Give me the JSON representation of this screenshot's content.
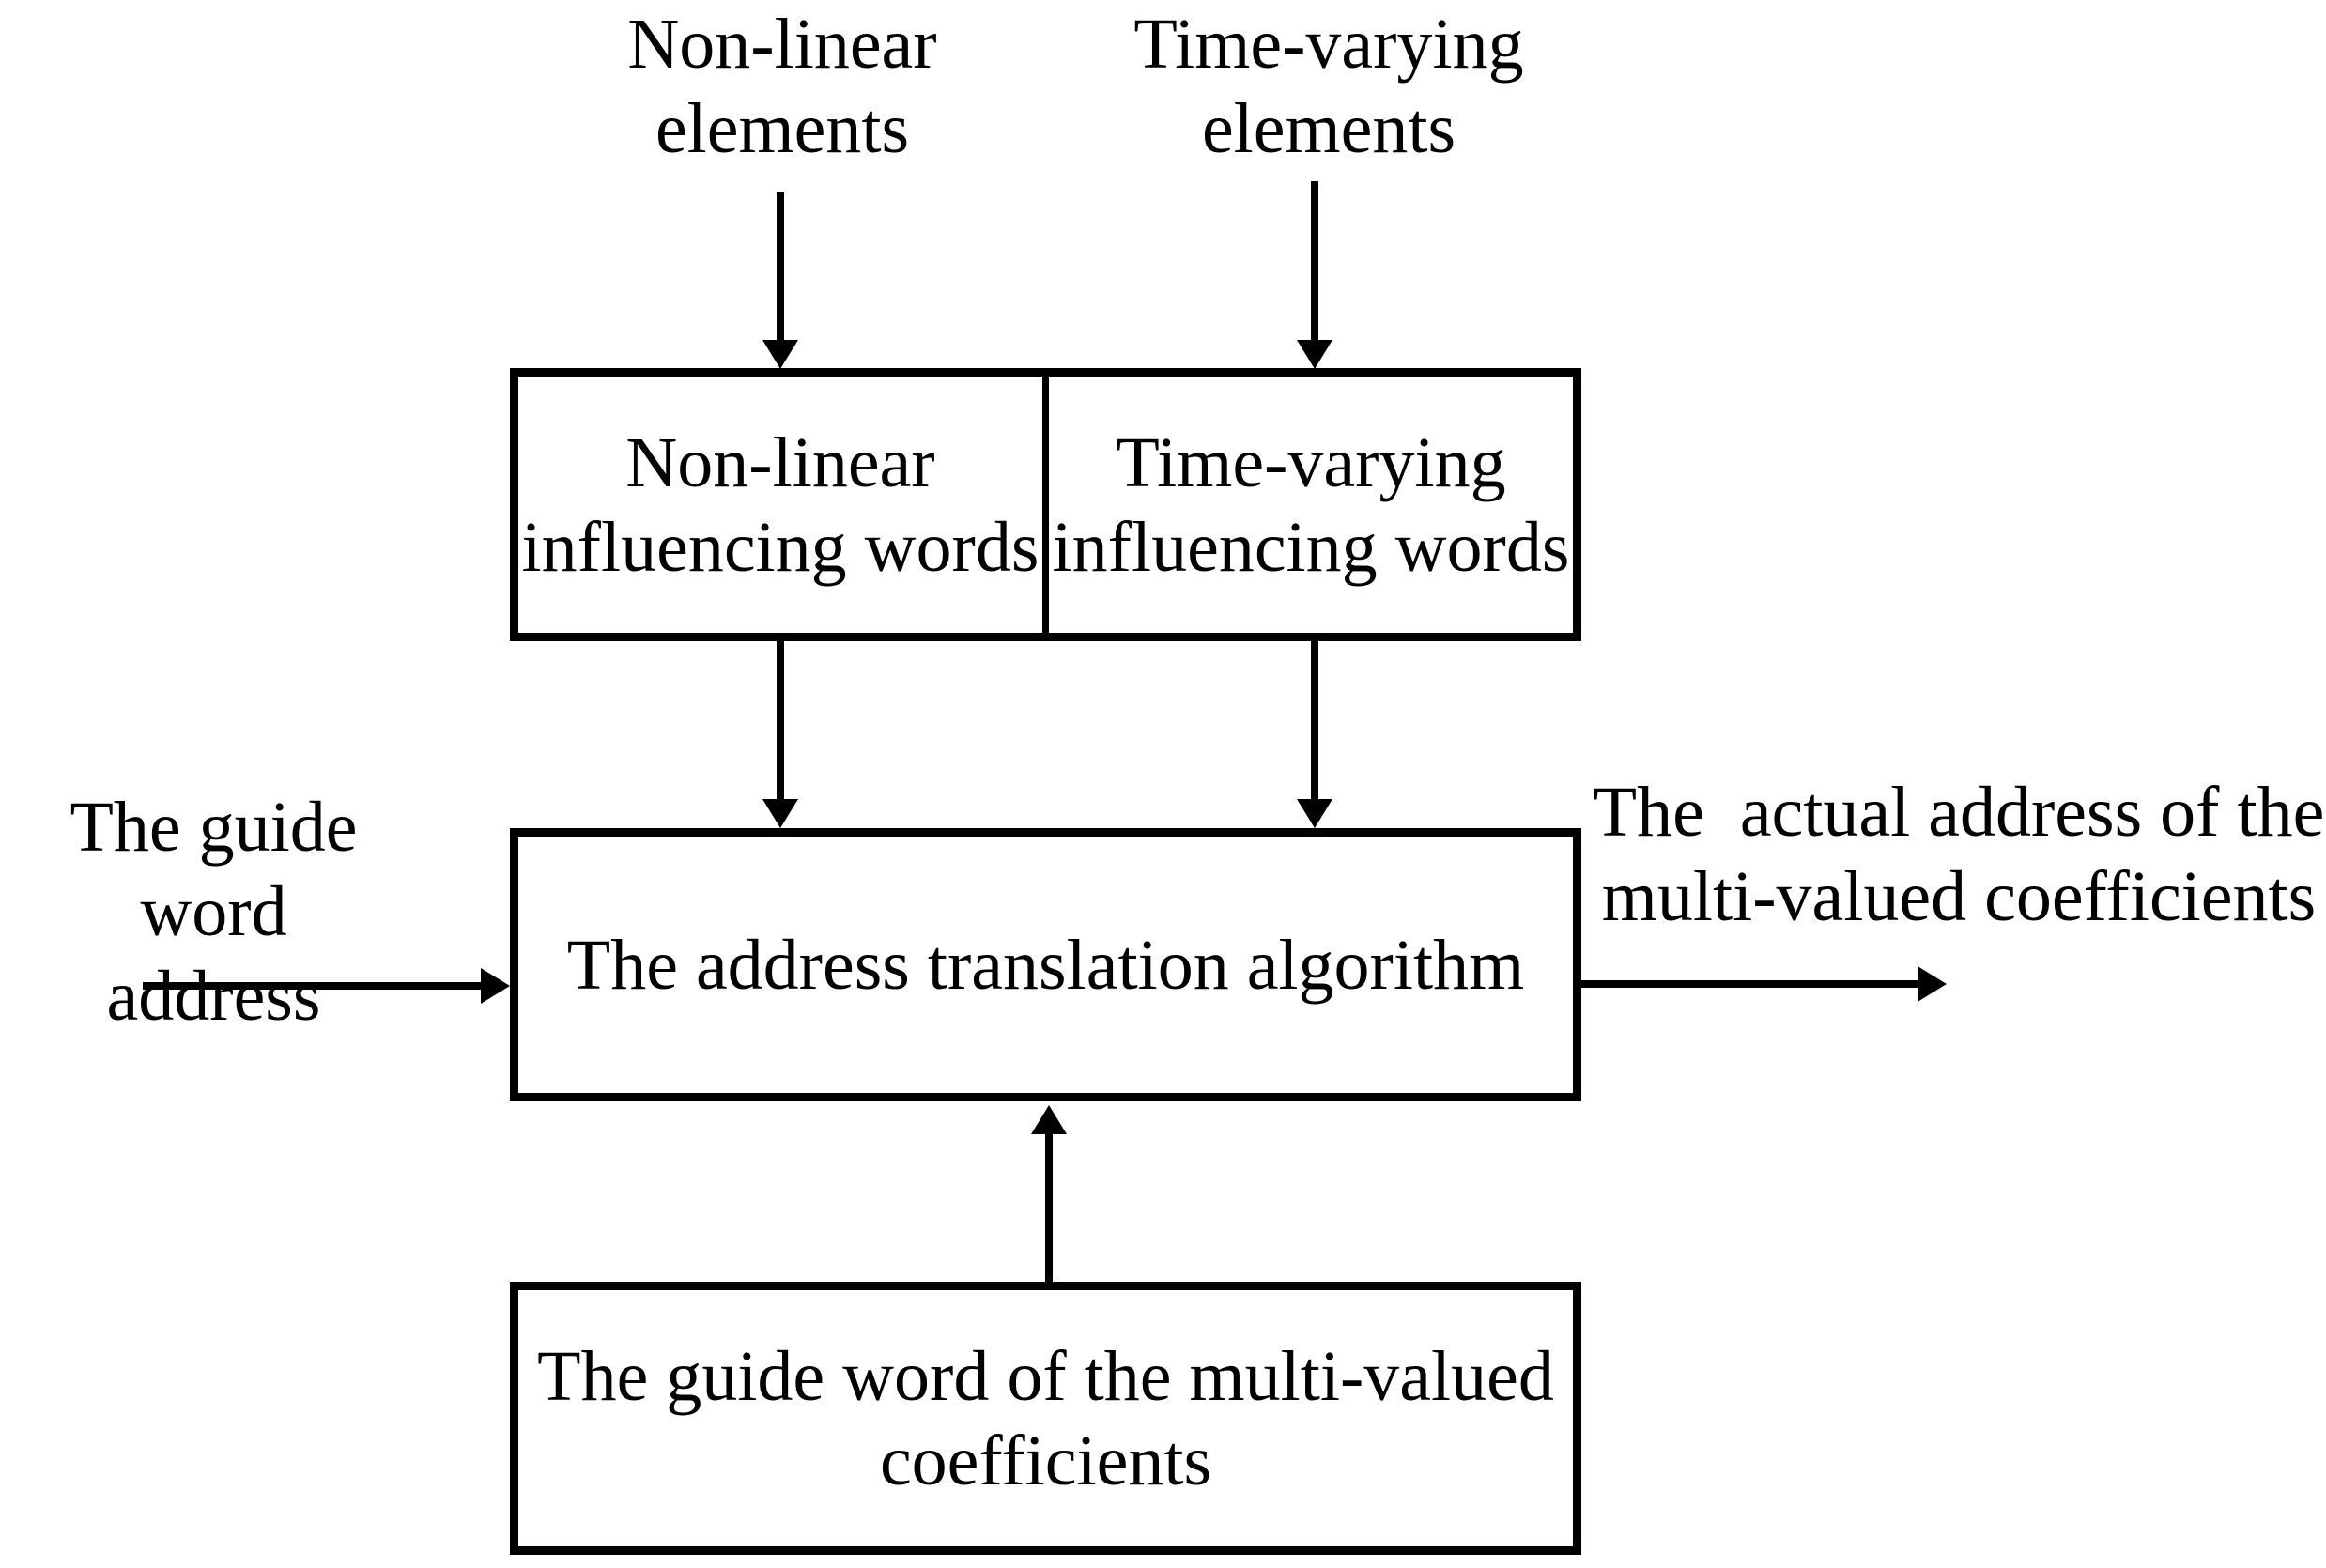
{
  "theme": {
    "ink": "#000000",
    "paper": "#ffffff"
  },
  "diagram": {
    "top_labels": {
      "nonlinear": "Non-linear\nelements",
      "timevarying": "Time-varying\nelements"
    },
    "influencing_box": {
      "left_cell": "Non-linear\ninfluencing words",
      "right_cell": "Time-varying\ninfluencing words"
    },
    "algorithm_box": "The address translation algorithm",
    "guide_word_box": "The guide word of the multi-valued\ncoefficients",
    "input_label": "The guide word\naddress",
    "output_label": "The  actual address of the\nmulti-valued coefficients"
  }
}
